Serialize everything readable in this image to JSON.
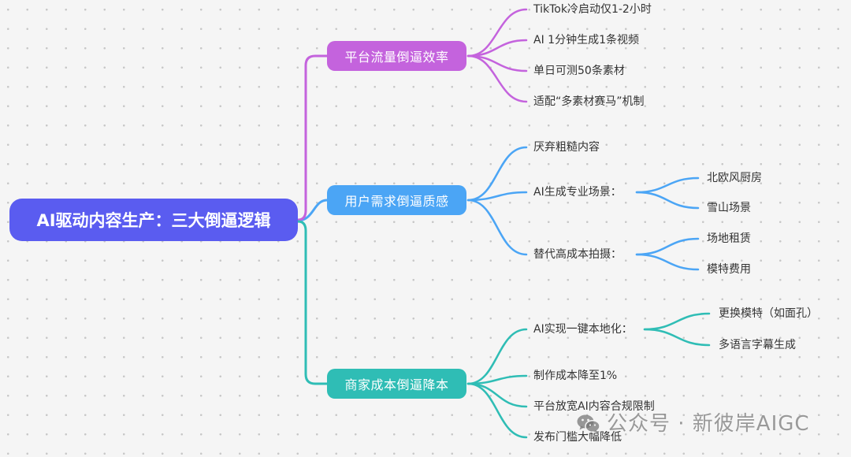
{
  "root": {
    "label": "AI驱动内容生产：三大倒逼逻辑",
    "color": "#5a5cf0"
  },
  "branches": [
    {
      "label": "平台流量倒逼效率",
      "color": "#c463dd",
      "children": [
        {
          "label": "TikTok冷启动仅1-2小时"
        },
        {
          "label": "AI 1分钟生成1条视频"
        },
        {
          "label": "单日可测50条素材"
        },
        {
          "label": "适配“多素材赛马”机制"
        }
      ]
    },
    {
      "label": "用户需求倒逼质感",
      "color": "#4ba5f5",
      "children": [
        {
          "label": "厌弃粗糙内容"
        },
        {
          "label": "AI生成专业场景：",
          "children": [
            {
              "label": "北欧风厨房"
            },
            {
              "label": "雪山场景"
            }
          ]
        },
        {
          "label": "替代高成本拍摄：",
          "children": [
            {
              "label": "场地租赁"
            },
            {
              "label": "模特费用"
            }
          ]
        }
      ]
    },
    {
      "label": "商家成本倒逼降本",
      "color": "#2fbdb5",
      "children": [
        {
          "label": "AI实现一键本地化：",
          "children": [
            {
              "label": "更换模特（如面孔）"
            },
            {
              "label": "多语言字幕生成"
            }
          ]
        },
        {
          "label": "制作成本降至1%"
        },
        {
          "label": "平台放宽AI内容合规限制"
        },
        {
          "label": "发布门槛大幅降低"
        }
      ]
    }
  ],
  "watermark": {
    "icon": "wechat-icon",
    "text": "公众号 · 新彼岸AIGC"
  },
  "colors": {
    "background": "#f5f5f5"
  }
}
